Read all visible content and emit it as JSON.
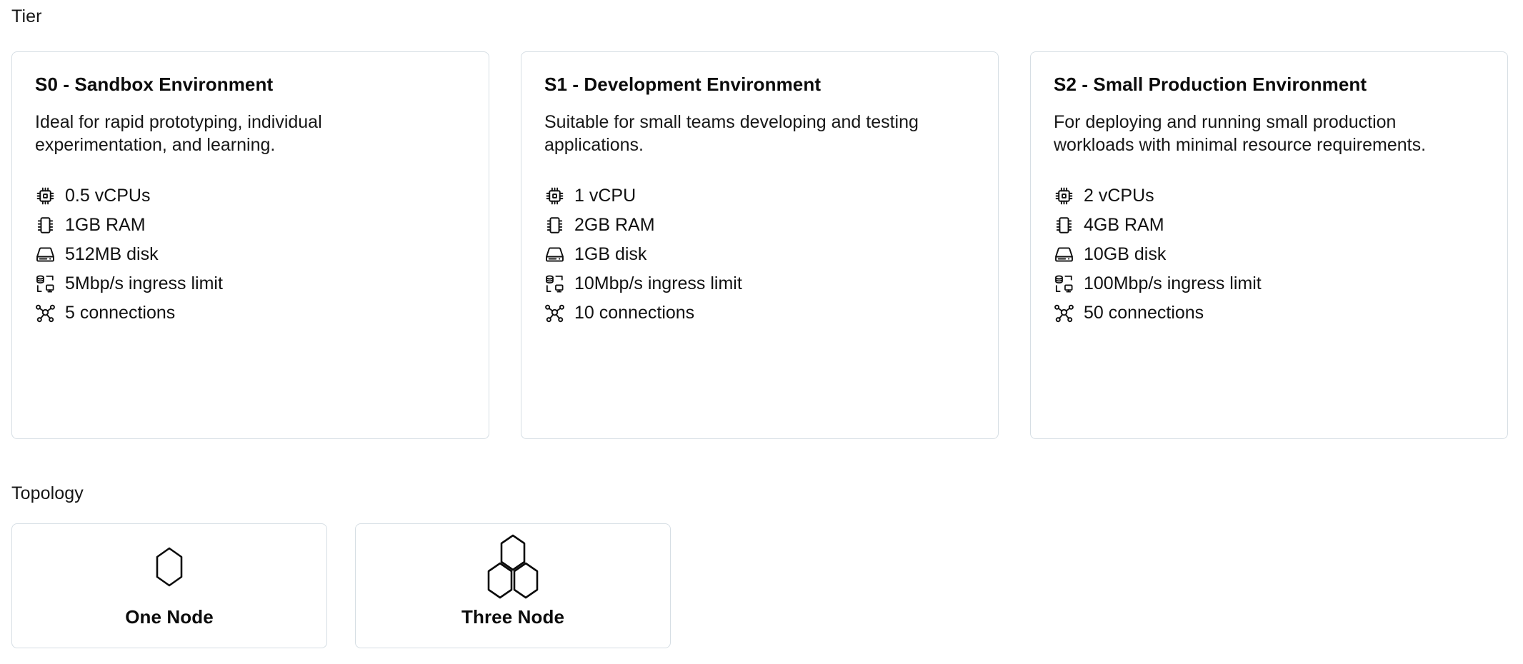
{
  "sections": {
    "tier": {
      "label": "Tier"
    },
    "topology": {
      "label": "Topology"
    }
  },
  "colors": {
    "card_border": "#d6dee4",
    "text": "#121212",
    "background": "#ffffff"
  },
  "tiers": [
    {
      "title": "S0 - Sandbox Environment",
      "description": "Ideal for rapid prototyping, individual experimentation, and learning.",
      "specs": [
        {
          "icon": "cpu-icon",
          "text": "0.5 vCPUs"
        },
        {
          "icon": "memory-icon",
          "text": "1GB RAM"
        },
        {
          "icon": "disk-icon",
          "text": "512MB disk"
        },
        {
          "icon": "ingress-icon",
          "text": "5Mbp/s ingress limit"
        },
        {
          "icon": "connections-icon",
          "text": "5 connections"
        }
      ]
    },
    {
      "title": "S1 - Development Environment",
      "description": "Suitable for small teams developing and testing applications.",
      "specs": [
        {
          "icon": "cpu-icon",
          "text": "1 vCPU"
        },
        {
          "icon": "memory-icon",
          "text": "2GB RAM"
        },
        {
          "icon": "disk-icon",
          "text": "1GB disk"
        },
        {
          "icon": "ingress-icon",
          "text": "10Mbp/s ingress limit"
        },
        {
          "icon": "connections-icon",
          "text": "10 connections"
        }
      ]
    },
    {
      "title": "S2 - Small Production Environment",
      "description": "For deploying and running small production workloads with minimal resource requirements.",
      "specs": [
        {
          "icon": "cpu-icon",
          "text": "2 vCPUs"
        },
        {
          "icon": "memory-icon",
          "text": "4GB RAM"
        },
        {
          "icon": "disk-icon",
          "text": "10GB disk"
        },
        {
          "icon": "ingress-icon",
          "text": "100Mbp/s ingress limit"
        },
        {
          "icon": "connections-icon",
          "text": "50 connections"
        }
      ]
    }
  ],
  "topologies": [
    {
      "icon": "one-hexagon-icon",
      "label": "One Node"
    },
    {
      "icon": "three-hexagon-icon",
      "label": "Three Node"
    }
  ]
}
